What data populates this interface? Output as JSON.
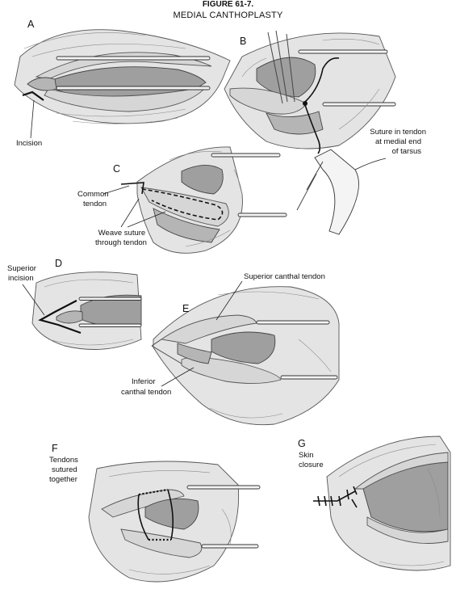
{
  "figure": {
    "title": "FIGURE 61-7.",
    "subtitle": "MEDIAL CANTHOPLASTY"
  },
  "panels": {
    "a": {
      "letter": "A",
      "labels": {
        "incision": "Incision"
      }
    },
    "b": {
      "letter": "B",
      "labels": {
        "suture_line1": "Suture in tendon",
        "suture_line2": "at medial end",
        "suture_line3": "of tarsus"
      }
    },
    "c": {
      "letter": "C",
      "labels": {
        "common_line1": "Common",
        "common_line2": "tendon",
        "weave_line1": "Weave suture",
        "weave_line2": "through tendon"
      }
    },
    "d": {
      "letter": "D",
      "labels": {
        "superior_line1": "Superior",
        "superior_line2": "incision"
      }
    },
    "e": {
      "letter": "E",
      "labels": {
        "superior_canthal": "Superior canthal tendon",
        "inferior_line1": "Inferior",
        "inferior_line2": "canthal tendon"
      }
    },
    "f": {
      "letter": "F",
      "labels": {
        "tendons_line1": "Tendons",
        "tendons_line2": "sutured",
        "tendons_line3": "together"
      }
    },
    "g": {
      "letter": "G",
      "labels": {
        "skin_line1": "Skin",
        "skin_line2": "closure"
      }
    }
  }
}
